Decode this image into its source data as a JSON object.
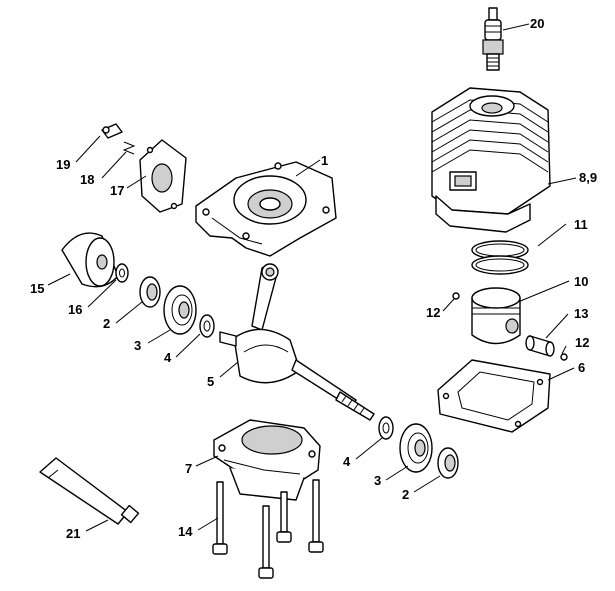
{
  "callouts": {
    "c1": "1",
    "c2a": "2",
    "c2b": "2",
    "c3a": "3",
    "c3b": "3",
    "c4a": "4",
    "c4b": "4",
    "c5": "5",
    "c6": "6",
    "c7": "7",
    "c89": "8,9",
    "c10": "10",
    "c11": "11",
    "c12a": "12",
    "c12b": "12",
    "c13": "13",
    "c14": "14",
    "c15": "15",
    "c16": "16",
    "c17": "17",
    "c18": "18",
    "c19": "19",
    "c20": "20",
    "c21": "21"
  }
}
